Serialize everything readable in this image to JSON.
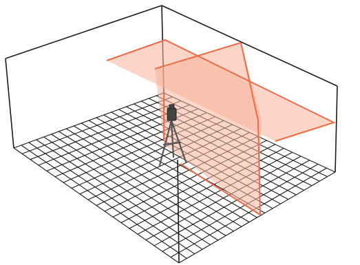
{
  "diagram": {
    "colors": {
      "background": "#ffffff",
      "room_outline": "#1a1a1a",
      "floor_grid": "#1a1a1a",
      "laser_line": "#f06a45",
      "laser_fill": "#f6b39a",
      "tripod": "#555555"
    },
    "room": {
      "outline": "wireframe-box"
    },
    "floor": {
      "pattern": "square-grid"
    },
    "laser_planes": [
      "horizontal-plane",
      "vertical-plane"
    ],
    "instrument": {
      "icon": "tripod-laser-level-icon"
    }
  }
}
